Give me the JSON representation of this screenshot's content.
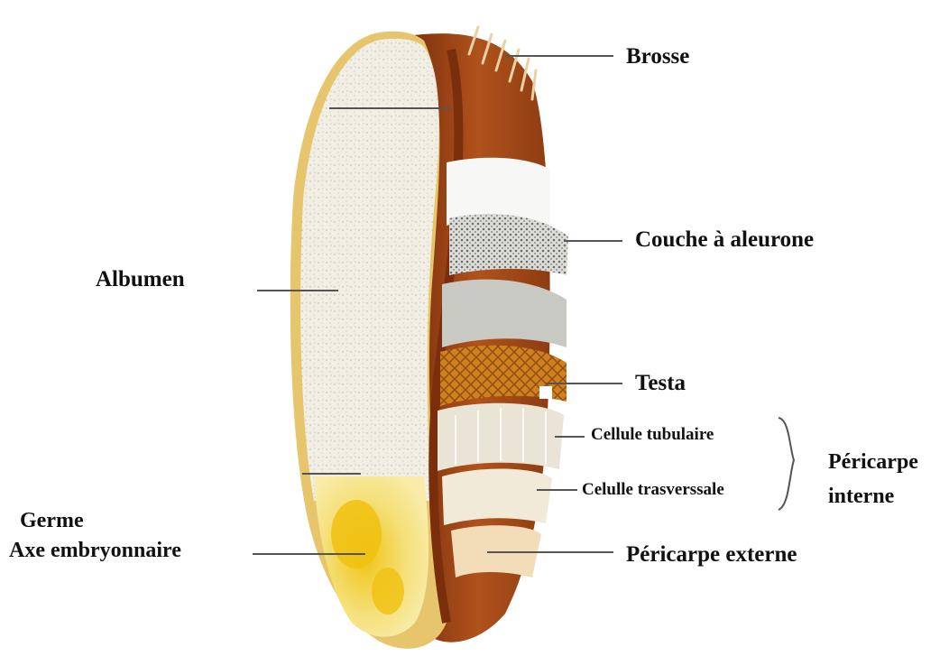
{
  "labels": {
    "brosse": "Brosse",
    "couche_aleurone": "Couche à aleurone",
    "albumen": "Albumen",
    "testa": "Testa",
    "cellule_tubulaire": "Cellule tubulaire",
    "celulle_trasverssale": "Celulle trasverssale",
    "pericarpe_interne_line1": "Péricarpe",
    "pericarpe_interne_line2": "interne",
    "germe": "Germe",
    "axe_embryonnaire": "Axe embryonnaire",
    "pericarpe_externe": "Péricarpe externe"
  },
  "colors": {
    "albumen": "#f1eee4",
    "bran_dark": "#8a3a12",
    "bran_mid": "#b95a1f",
    "hull_outline": "#e8c870",
    "aleurone": "#9a9a96",
    "testa": "#c9771d",
    "germ": "#f4e37a",
    "germ_core": "#f2c417",
    "leader_line": "#555555"
  }
}
